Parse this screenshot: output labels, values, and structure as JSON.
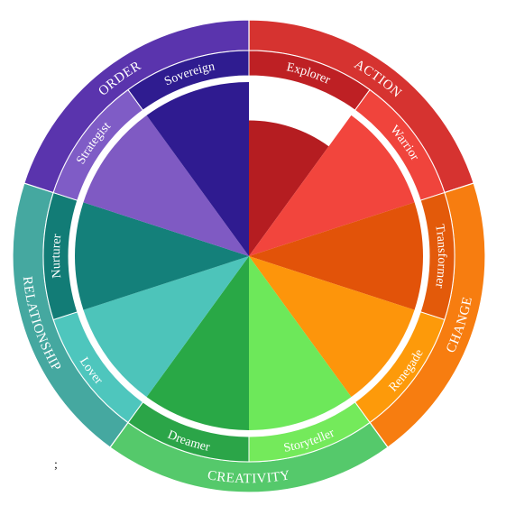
{
  "groups": [
    {
      "label": "ACTION",
      "color": "#d63330"
    },
    {
      "label": "CHANGE",
      "color": "#f77d10"
    },
    {
      "label": "CREATIVITY",
      "color": "#55c96b"
    },
    {
      "label": "RELATIONSHIP",
      "color": "#45a8a0"
    },
    {
      "label": "ORDER",
      "color": "#5a34ad"
    }
  ],
  "archetypes": [
    {
      "label": "Explorer",
      "group": 0,
      "band_color": "#be2024",
      "wedge_color": "#b51d21",
      "level": 0.78
    },
    {
      "label": "Warrior",
      "group": 0,
      "band_color": "#f0443c",
      "wedge_color": "#f2453d",
      "level": 1.0
    },
    {
      "label": "Transformer",
      "group": 1,
      "band_color": "#e35a0a",
      "wedge_color": "#e25309",
      "level": 1.0
    },
    {
      "label": "Renegade",
      "group": 1,
      "band_color": "#fd9a0a",
      "wedge_color": "#fd950b",
      "level": 1.0
    },
    {
      "label": "Storyteller",
      "group": 2,
      "band_color": "#74ea5b",
      "wedge_color": "#6de85a",
      "level": 1.0
    },
    {
      "label": "Dreamer",
      "group": 2,
      "band_color": "#2ba548",
      "wedge_color": "#29a846",
      "level": 1.0
    },
    {
      "label": "Lover",
      "group": 3,
      "band_color": "#4ec6bd",
      "wedge_color": "#4dc4ba",
      "level": 1.0
    },
    {
      "label": "Nurturer",
      "group": 3,
      "band_color": "#127c76",
      "wedge_color": "#14807a",
      "level": 1.0
    },
    {
      "label": "Strategist",
      "group": 4,
      "band_color": "#7f5cc6",
      "wedge_color": "#7f5ac3",
      "level": 1.0
    },
    {
      "label": "Sovereign",
      "group": 4,
      "band_color": "#2f1c90",
      "wedge_color": "#2f1b90",
      "level": 1.0
    }
  ],
  "stray_text": ";"
}
